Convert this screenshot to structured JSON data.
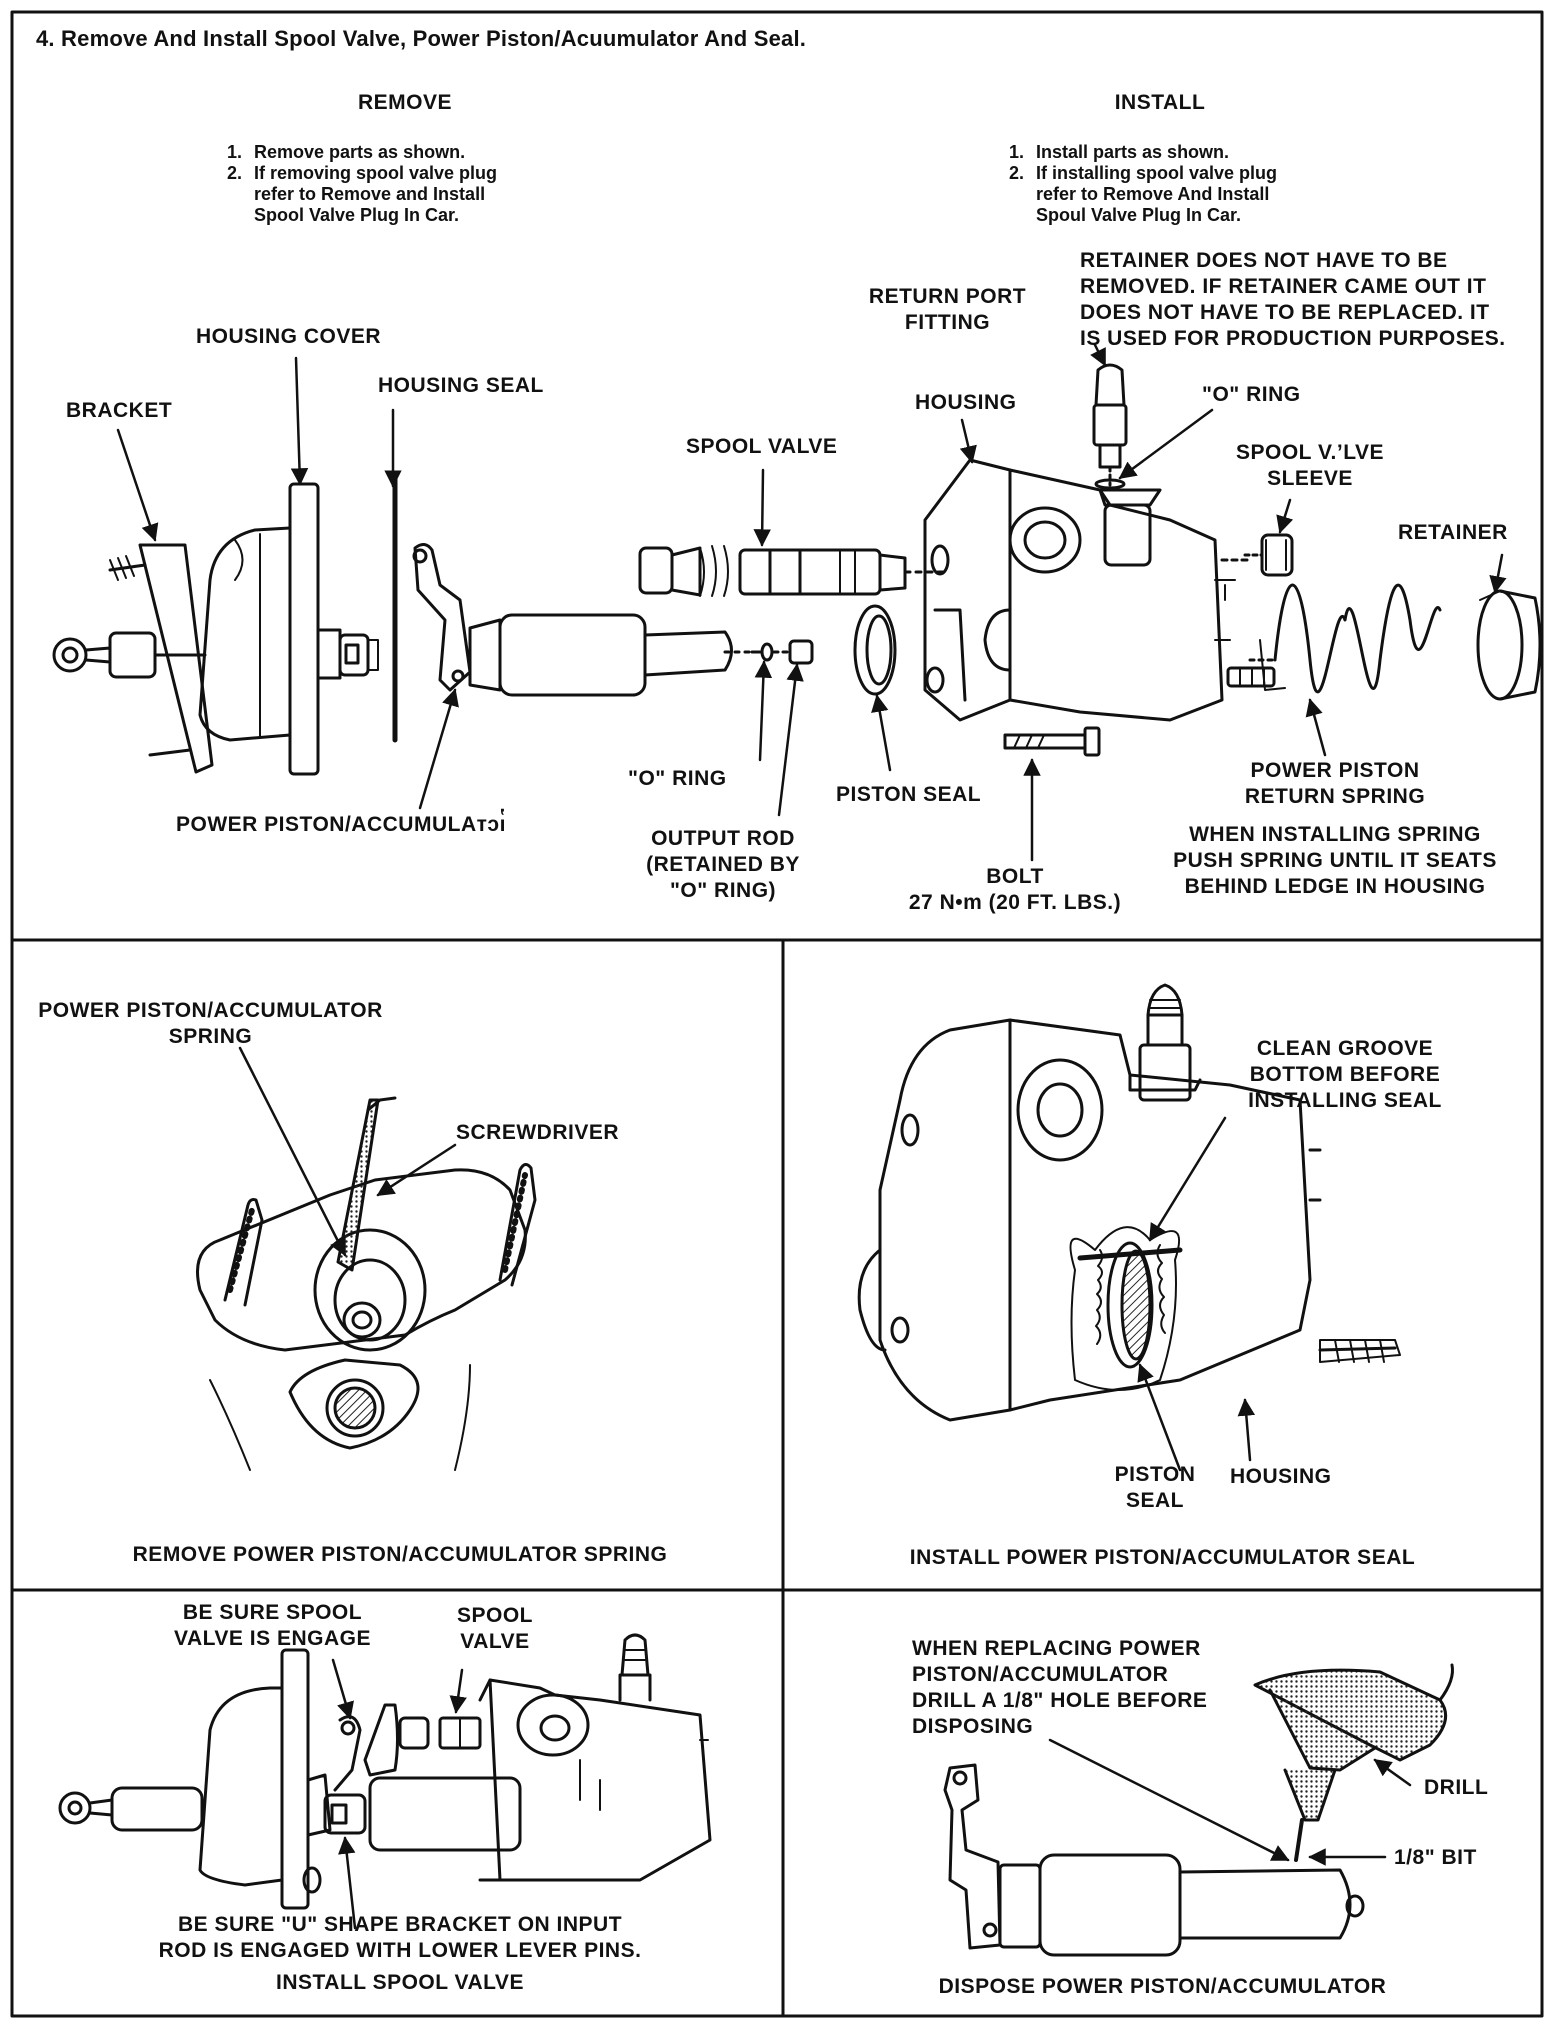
{
  "section_title": "4.  Remove And Install Spool Valve, Power Piston/Acuumulator And Seal.",
  "remove": {
    "heading": "REMOVE",
    "steps": [
      {
        "num": "1.",
        "text": "Remove parts as shown."
      },
      {
        "num": "2.",
        "text": "If removing spool valve plug\nrefer to Remove and Install\nSpool Valve Plug In Car."
      }
    ]
  },
  "install": {
    "heading": "INSTALL",
    "steps": [
      {
        "num": "1.",
        "text": "Install parts as shown."
      },
      {
        "num": "2.",
        "text": "If installing spool valve plug\nrefer to Remove And Install\nSpoul Valve Plug In Car."
      }
    ]
  },
  "main_labels": {
    "retainer_note": "RETAINER DOES NOT HAVE TO BE\nREMOVED. IF RETAINER CAME OUT IT\nDOES NOT HAVE TO BE REPLACED. IT\nIS USED FOR PRODUCTION PURPOSES.",
    "return_port_fitting": "RETURN PORT\nFITTING",
    "housing_cover": "HOUSING COVER",
    "housing_seal": "HOUSING SEAL",
    "bracket": "BRACKET",
    "housing": "HOUSING",
    "o_ring_top": "\"O\" RING",
    "spool_valve": "SPOOL VALVE",
    "spool_valve_sleeve": "SPOOL V.’LVE\nSLEEVE",
    "retainer": "RETAINER",
    "o_ring_bottom": "\"O\" RING",
    "piston_seal": "PISTON SEAL",
    "power_piston_return_spring": "POWER PISTON\nRETURN SPRING",
    "power_piston_accumulator": "POWER PISTON/ACCUMULAᴛɔı̔",
    "output_rod": "OUTPUT ROD\n(RETAINED BY\n\"O\" RING)",
    "bolt": "BOLT\n27 N•m (20 FT. LBS.)",
    "spring_note": "WHEN INSTALLING SPRING\nPUSH SPRING UNTIL IT SEATS\nBEHIND LEDGE IN HOUSING"
  },
  "panel_remove_spring": {
    "label_spring": "POWER PISTON/ACCUMULATOR\nSPRING",
    "label_screwdriver": "SCREWDRIVER",
    "caption": "REMOVE POWER PISTON/ACCUMULATOR SPRING"
  },
  "panel_install_seal": {
    "label_clean_groove": "CLEAN GROOVE\nBOTTOM BEFORE\nINSTALLING SEAL",
    "label_piston_seal": "PISTON\nSEAL",
    "label_housing": "HOUSING",
    "caption": "INSTALL POWER PISTON/ACCUMULATOR SEAL"
  },
  "panel_install_spool": {
    "label_engage": "BE SURE SPOOL\nVALVE IS ENGAGE",
    "label_spool_valve": "SPOOL\nVALVE",
    "label_bracket_note": "BE SURE \"U\" SHAPE BRACKET ON INPUT\nROD IS ENGAGED WITH LOWER LEVER PINS.",
    "caption": "INSTALL SPOOL VALVE"
  },
  "panel_dispose": {
    "label_note": "WHEN REPLACING POWER\nPISTON/ACCUMULATOR\nDRILL A 1/8\" HOLE BEFORE\nDISPOSING",
    "label_drill": "DRILL",
    "label_bit": "1/8\" BIT",
    "caption": "DISPOSE POWER PISTON/ACCUMULATOR"
  }
}
